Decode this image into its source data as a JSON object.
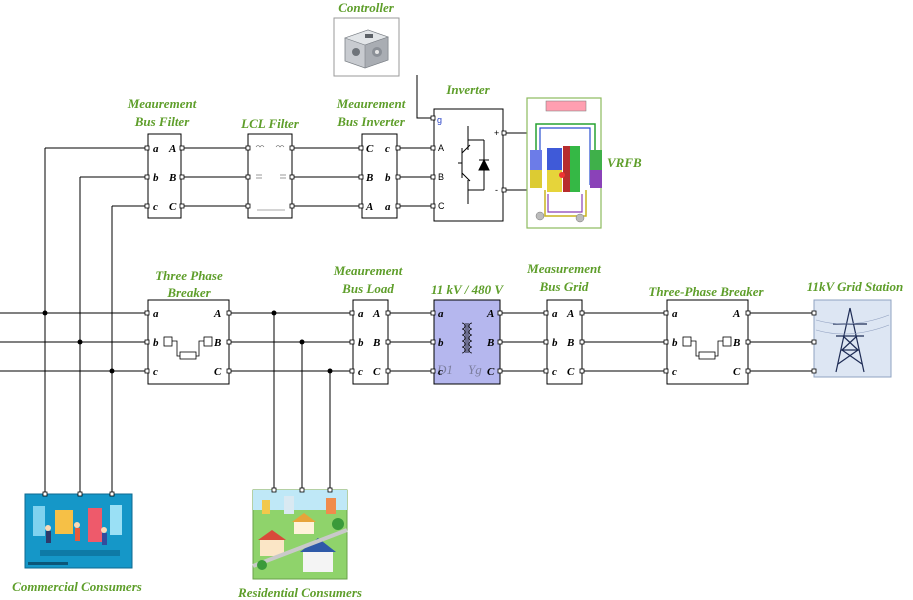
{
  "labels": {
    "controller": "Controller",
    "meas_bus_filter": [
      "Meaurement",
      "Bus Filter"
    ],
    "lcl_filter": "LCL Filter",
    "meas_bus_inverter": [
      "Meaurement",
      "Bus Inverter"
    ],
    "inverter": "Inverter",
    "vrfb": "VRFB",
    "three_phase_breaker_left": [
      "Three Phase",
      "Breaker"
    ],
    "meas_bus_load": [
      "Meaurement",
      "Bus Load"
    ],
    "transformer": "11 kV / 480 V",
    "meas_bus_grid": [
      "Measurement",
      "Bus Grid"
    ],
    "three_phase_breaker_right": "Three-Phase Breaker",
    "grid_station": "11kV Grid Station",
    "commercial": "Commercial Consumers",
    "residential": "Residential Consumers"
  },
  "ports": {
    "lower_abc": [
      "a",
      "b",
      "c"
    ],
    "upper_ABC": [
      "A",
      "B",
      "C"
    ],
    "inverter_in": "g",
    "inverter_out": [
      "A",
      "B",
      "C"
    ],
    "inverter_dc": [
      "+",
      "-"
    ],
    "transformer_primary": "D1",
    "transformer_secondary": "Yg"
  },
  "colors": {
    "label_green": "#5e9e2a",
    "transformer_fill": "#b5b7ee",
    "wire": "#000000",
    "port_blue": "#2b44c8"
  },
  "icons": {
    "controller": "controller-device-icon",
    "vrfb": "battery-flow-icon",
    "grid": "transmission-tower-icon",
    "commercial": "commercial-people-icon",
    "residential": "residential-town-icon"
  }
}
